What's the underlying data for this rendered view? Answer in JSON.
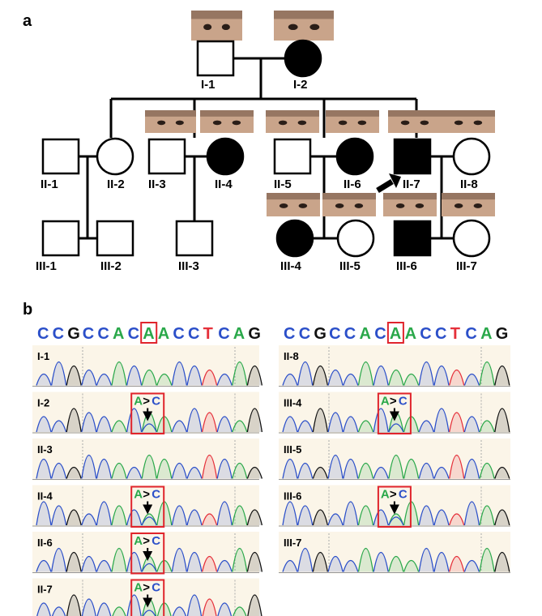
{
  "panels": {
    "a": "a",
    "b": "b"
  },
  "colors": {
    "A": "#2aa84a",
    "C": "#2b4fc9",
    "G": "#111111",
    "T": "#e5303a",
    "box": "#e0242c",
    "trace_bg": "#fbf5e8",
    "affected": "#000000",
    "face": "#c9a48a"
  },
  "pedigree": {
    "individuals": [
      {
        "id": "I-1",
        "sex": "male",
        "affected": false,
        "photo": true
      },
      {
        "id": "I-2",
        "sex": "female",
        "affected": true,
        "photo": true
      },
      {
        "id": "II-1",
        "sex": "male",
        "affected": false,
        "photo": false
      },
      {
        "id": "II-2",
        "sex": "female",
        "affected": false,
        "photo": false
      },
      {
        "id": "II-3",
        "sex": "male",
        "affected": false,
        "photo": true
      },
      {
        "id": "II-4",
        "sex": "female",
        "affected": true,
        "photo": true
      },
      {
        "id": "II-5",
        "sex": "male",
        "affected": false,
        "photo": true
      },
      {
        "id": "II-6",
        "sex": "female",
        "affected": true,
        "photo": true
      },
      {
        "id": "II-7",
        "sex": "male",
        "affected": true,
        "photo": true,
        "proband": true
      },
      {
        "id": "II-8",
        "sex": "female",
        "affected": false,
        "photo": true
      },
      {
        "id": "III-1",
        "sex": "male",
        "affected": false,
        "photo": false
      },
      {
        "id": "III-2",
        "sex": "male",
        "affected": false,
        "photo": false
      },
      {
        "id": "III-3",
        "sex": "male",
        "affected": false,
        "photo": false
      },
      {
        "id": "III-4",
        "sex": "female",
        "affected": true,
        "photo": true
      },
      {
        "id": "III-5",
        "sex": "female",
        "affected": false,
        "photo": true
      },
      {
        "id": "III-6",
        "sex": "male",
        "affected": true,
        "photo": true
      },
      {
        "id": "III-7",
        "sex": "female",
        "affected": false,
        "photo": true
      }
    ]
  },
  "sequencing": {
    "sequence": [
      "C",
      "C",
      "G",
      "C",
      "C",
      "A",
      "C",
      "A",
      "A",
      "C",
      "C",
      "T",
      "C",
      "A",
      "G"
    ],
    "highlight_index": 7,
    "mutation_ref": "A",
    "mutation_sym": ">",
    "mutation_alt": "C",
    "left_samples": [
      {
        "id": "I-1",
        "mutant": false
      },
      {
        "id": "I-2",
        "mutant": true
      },
      {
        "id": "II-3",
        "mutant": false
      },
      {
        "id": "II-4",
        "mutant": true
      },
      {
        "id": "II-6",
        "mutant": true
      },
      {
        "id": "II-7",
        "mutant": true
      }
    ],
    "right_samples": [
      {
        "id": "II-8",
        "mutant": false
      },
      {
        "id": "III-4",
        "mutant": true
      },
      {
        "id": "III-5",
        "mutant": false
      },
      {
        "id": "III-6",
        "mutant": true
      },
      {
        "id": "III-7",
        "mutant": false
      }
    ]
  }
}
